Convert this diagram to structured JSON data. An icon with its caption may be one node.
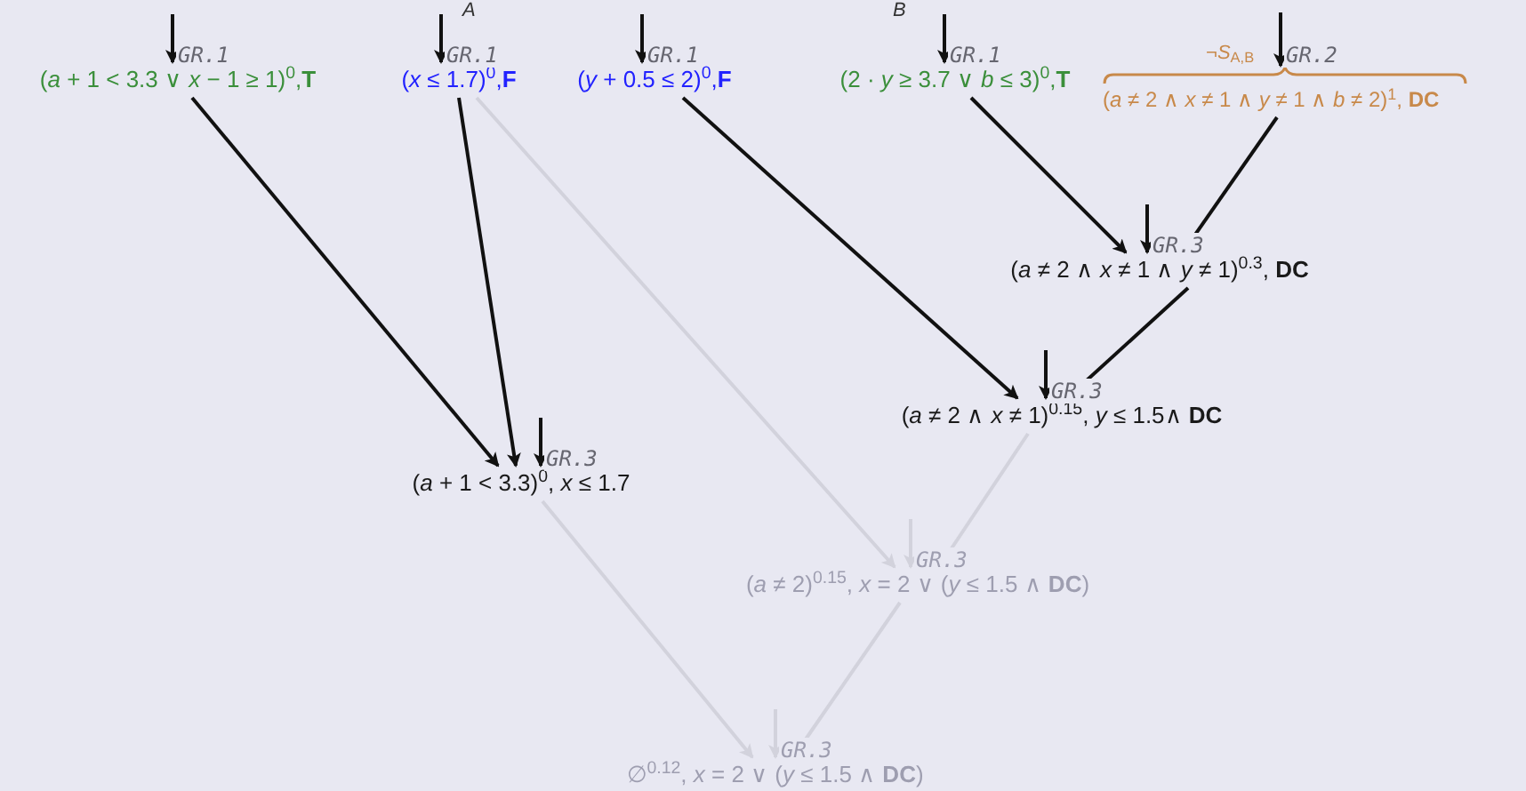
{
  "diagram": {
    "nodes": [
      {
        "text": [
          "(*a* + 1 < 3.3 ∨ *x* − 1 ≥ 1)$^{0}$,**T**"
        ]
      },
      {
        "text": [
          "(*x* ≤ 1.7)$^{0}$,**F**"
        ]
      },
      {
        "text": [
          "(*y* + 0.5 ≤ 2)$^{0}$,**F**"
        ]
      },
      {
        "text": [
          "(2 · *y* ≥ 3.7 ∨ *b* ≤ 3)$^{0}$,**T**"
        ]
      },
      {
        "text": [
          "(*a* ≠ 2 ∧ *x* ≠ 1 ∧ *y* ≠ 1 ∧ *b* ≠ 2)$^{1}$, **DC**"
        ],
        "beside": [
          "¬*S*$_{A,B}$"
        ]
      },
      {
        "text": [
          "(*a* ≠ 2 ∧ *x* ≠ 1 ∧ *y* ≠ 1)$^{0.3}$, **DC**"
        ]
      },
      {
        "text": [
          "(*a* ≠ 2 ∧ *x* ≠ 1)$^{0.15}$, *y* ≤ 1.5∧ **DC**"
        ]
      },
      {
        "text": [
          "(*a* + 1 < 3.3)$^{0}$, *x* ≤ 1.7"
        ]
      },
      {
        "text": [
          "(*a* ≠ 2)$^{0.15}$, *x* = 2 ∨ (*y* ≤ 1.5 ∧ **DC**)"
        ]
      },
      {
        "text": [
          "∅$^{0.12}$, *x* = 2 ∨ (*y* ≤ 1.5 ∧ **DC**)"
        ]
      }
    ],
    "edges": [
      {
        "from": null,
        "to": 0,
        "arrow": "to",
        "label": "GR.1"
      },
      {
        "from": null,
        "to": 1,
        "arrow": "to",
        "label": "GR.1"
      },
      {
        "from": null,
        "to": 2,
        "arrow": "to",
        "label": "GR.1"
      },
      {
        "from": null,
        "to": 3,
        "arrow": "to",
        "label": "GR.1"
      },
      {
        "from": null,
        "to": 4,
        "arrow": "to",
        "label": "GR.2"
      },
      {
        "from": 0,
        "to": 7,
        "arrow": "to"
      },
      {
        "from": 1,
        "to": 7,
        "arrow": "to"
      },
      {
        "from": 1,
        "to": 8,
        "arrow": "to",
        "color": "#d2d2dc"
      },
      {
        "from": 2,
        "to": 6,
        "arrow": "to"
      },
      {
        "from": 3,
        "to": 5,
        "arrow": "to"
      },
      {
        "from": 4,
        "to": 5,
        "arrow": "to"
      },
      {
        "from": null,
        "to": 5,
        "arrow": "to",
        "label": "GR.3"
      },
      {
        "from": 5,
        "to": 6,
        "arrow": "to"
      },
      {
        "from": null,
        "to": 6,
        "arrow": "to",
        "label": "GR.3"
      },
      {
        "from": null,
        "to": 7,
        "arrow": "to",
        "label": "GR.3"
      },
      {
        "from": 6,
        "to": 8,
        "arrow": "to",
        "color": "#d2d2dc"
      },
      {
        "from": null,
        "to": 8,
        "arrow": "to",
        "label": "GR.3",
        "color": "#d2d2dc"
      },
      {
        "from": 7,
        "to": 9,
        "arrow": "to",
        "color": "#d2d2dc"
      },
      {
        "from": 8,
        "to": 9,
        "arrow": "to",
        "color": "#d2d2dc"
      },
      {
        "from": null,
        "to": 9,
        "arrow": "to",
        "label": "GR.3",
        "color": "#d2d2dc"
      }
    ],
    "labels": [
      "A",
      "B"
    ]
  }
}
